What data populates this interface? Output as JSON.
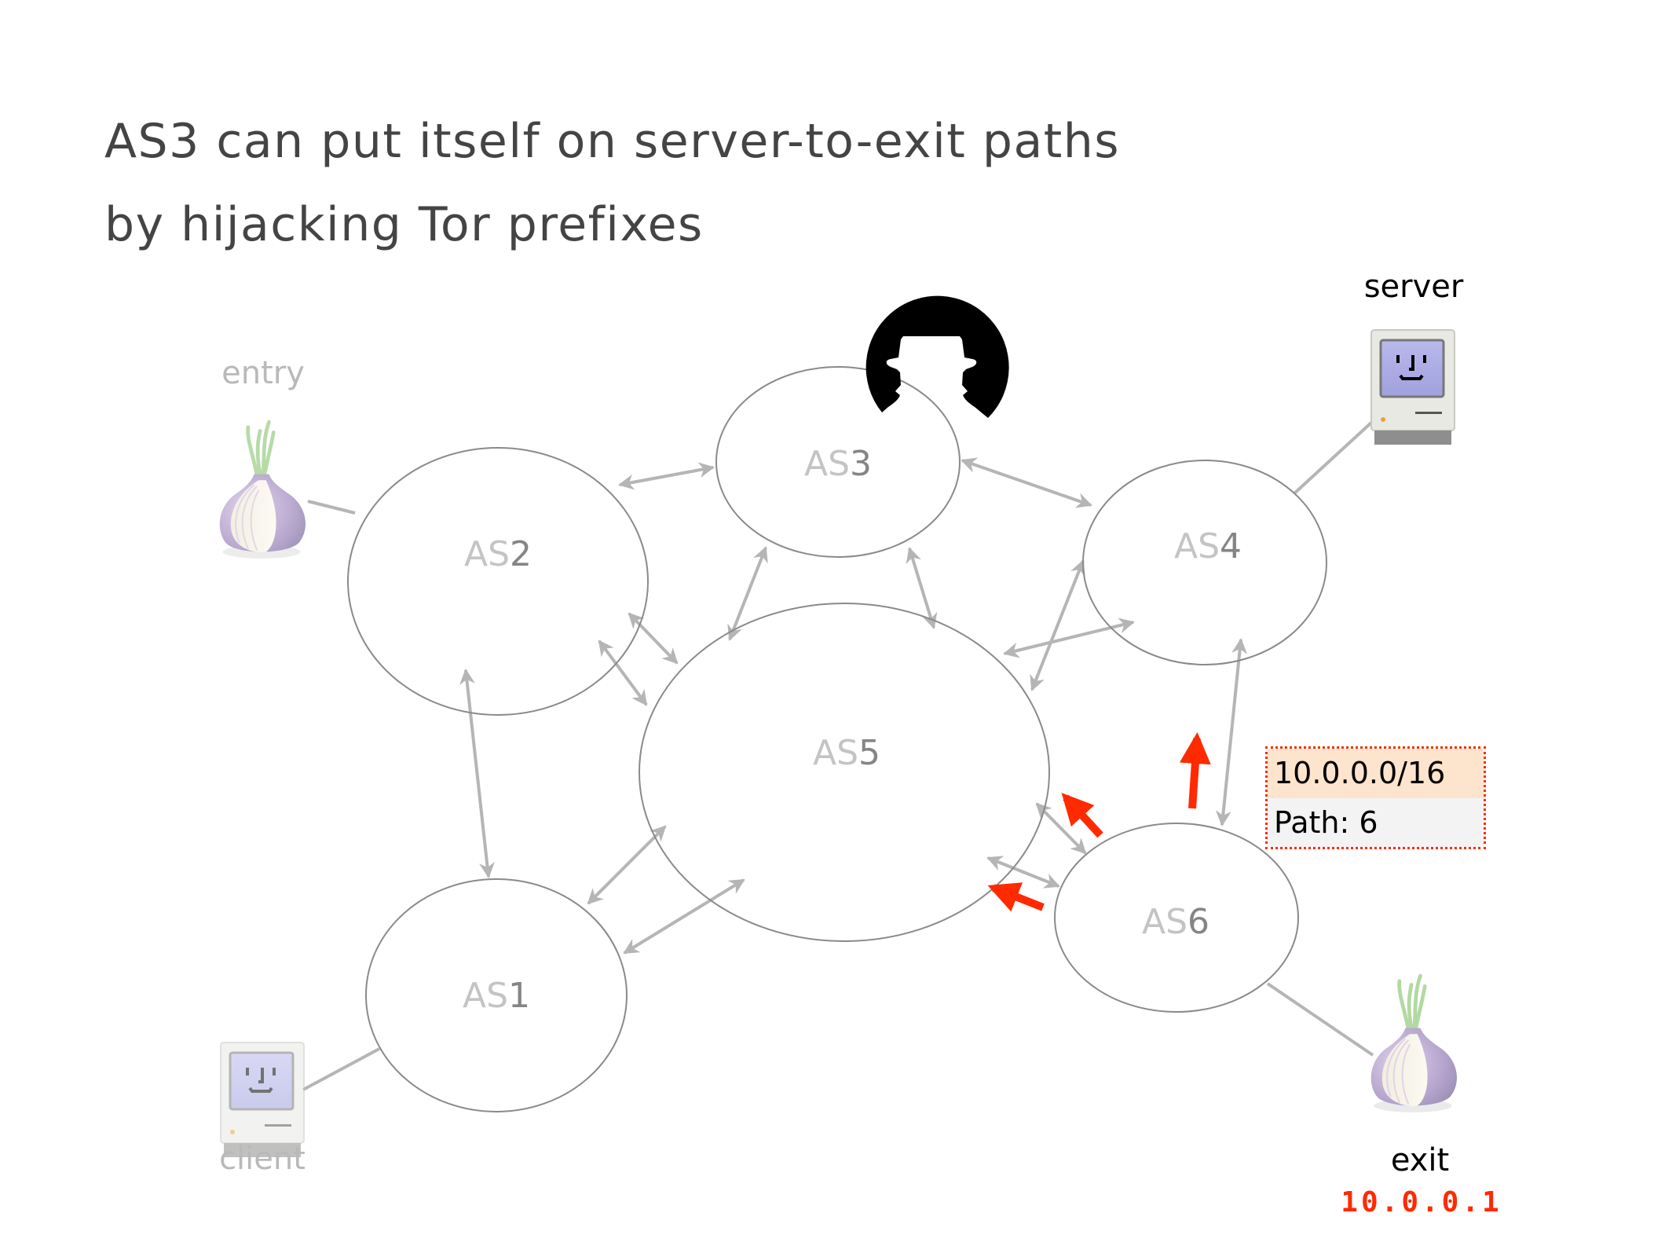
{
  "slide": {
    "title_lines": [
      "AS3 can put itself on server-to-exit paths",
      "by hijacking Tor prefixes"
    ]
  },
  "nodes": [
    {
      "id": "AS1",
      "prefix": "AS",
      "num": "1"
    },
    {
      "id": "AS2",
      "prefix": "AS",
      "num": "2"
    },
    {
      "id": "AS3",
      "prefix": "AS",
      "num": "3"
    },
    {
      "id": "AS4",
      "prefix": "AS",
      "num": "4"
    },
    {
      "id": "AS5",
      "prefix": "AS",
      "num": "5"
    },
    {
      "id": "AS6",
      "prefix": "AS",
      "num": "6"
    }
  ],
  "endpoints": {
    "entry": {
      "label": "entry",
      "icon": "tor-onion-icon",
      "attached_to": "AS2"
    },
    "client": {
      "label": "client",
      "icon": "mac-computer-icon",
      "attached_to": "AS1"
    },
    "server": {
      "label": "server",
      "icon": "mac-computer-icon",
      "attached_to": "AS4"
    },
    "exit": {
      "label": "exit",
      "icon": "tor-onion-icon",
      "attached_to": "AS6",
      "ip": "10.0.0.1"
    }
  },
  "adversary": {
    "icon": "hacker-silhouette-icon",
    "attached_to": "AS3"
  },
  "links": [
    [
      "AS2",
      "AS3"
    ],
    [
      "AS3",
      "AS4"
    ],
    [
      "AS2",
      "AS1"
    ],
    [
      "AS2",
      "AS5"
    ],
    [
      "AS2",
      "AS5"
    ],
    [
      "AS3",
      "AS5"
    ],
    [
      "AS3",
      "AS5"
    ],
    [
      "AS4",
      "AS5"
    ],
    [
      "AS4",
      "AS5"
    ],
    [
      "AS1",
      "AS5"
    ],
    [
      "AS1",
      "AS5"
    ],
    [
      "AS5",
      "AS6"
    ],
    [
      "AS5",
      "AS6"
    ],
    [
      "AS4",
      "AS6"
    ]
  ],
  "announcement": {
    "prefix": "10.0.0.0/16",
    "path_label": "Path: 6",
    "from": "AS6",
    "propagates_to": [
      "AS5",
      "AS5",
      "AS4"
    ]
  },
  "colors": {
    "title": "#444444",
    "hijack_arrow": "#ff2a00",
    "link": "#b5b5b5",
    "ellipse": "#8a8a8a",
    "prefix_bg": "#fde4cd",
    "path_bg": "#f3f3f3",
    "as_text": "#c4c4c4",
    "as_number": "#858585"
  }
}
